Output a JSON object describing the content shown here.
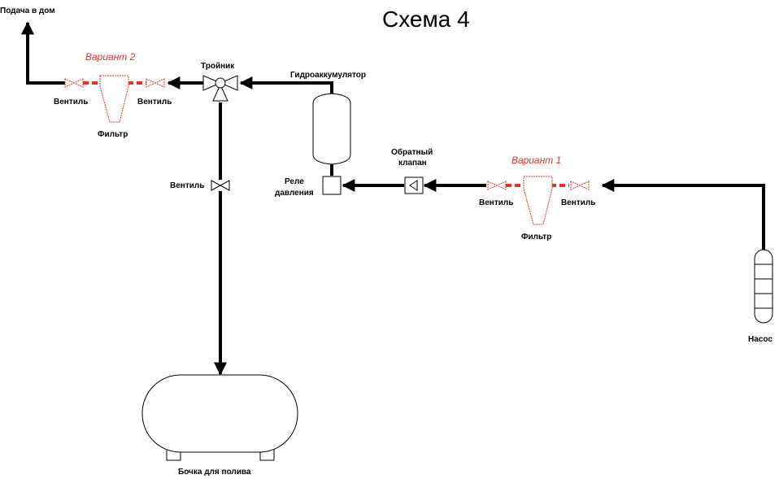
{
  "title": "Схема 4",
  "labels": {
    "supply_home": "Подача в дом",
    "variant2": "Вариант 2",
    "variant1": "Вариант 1",
    "valve_v2_left": "Вентиль",
    "valve_v2_right": "Вентиль",
    "filter_v2": "Фильтр",
    "tee": "Тройник",
    "accumulator": "Гидроаккумулятор",
    "relay_line1": "Реле",
    "relay_line2": "давления",
    "check_valve_line1": "Обратный",
    "check_valve_line2": "клапан",
    "valve_v1_left": "Вентиль",
    "valve_v1_right": "Вентиль",
    "filter_v1": "Фильтр",
    "pump": "Насос",
    "valve_branch": "Вентиль",
    "barrel": "Бочка для полива"
  },
  "colors": {
    "pipe": "#000000",
    "variant": "#e8302a"
  }
}
